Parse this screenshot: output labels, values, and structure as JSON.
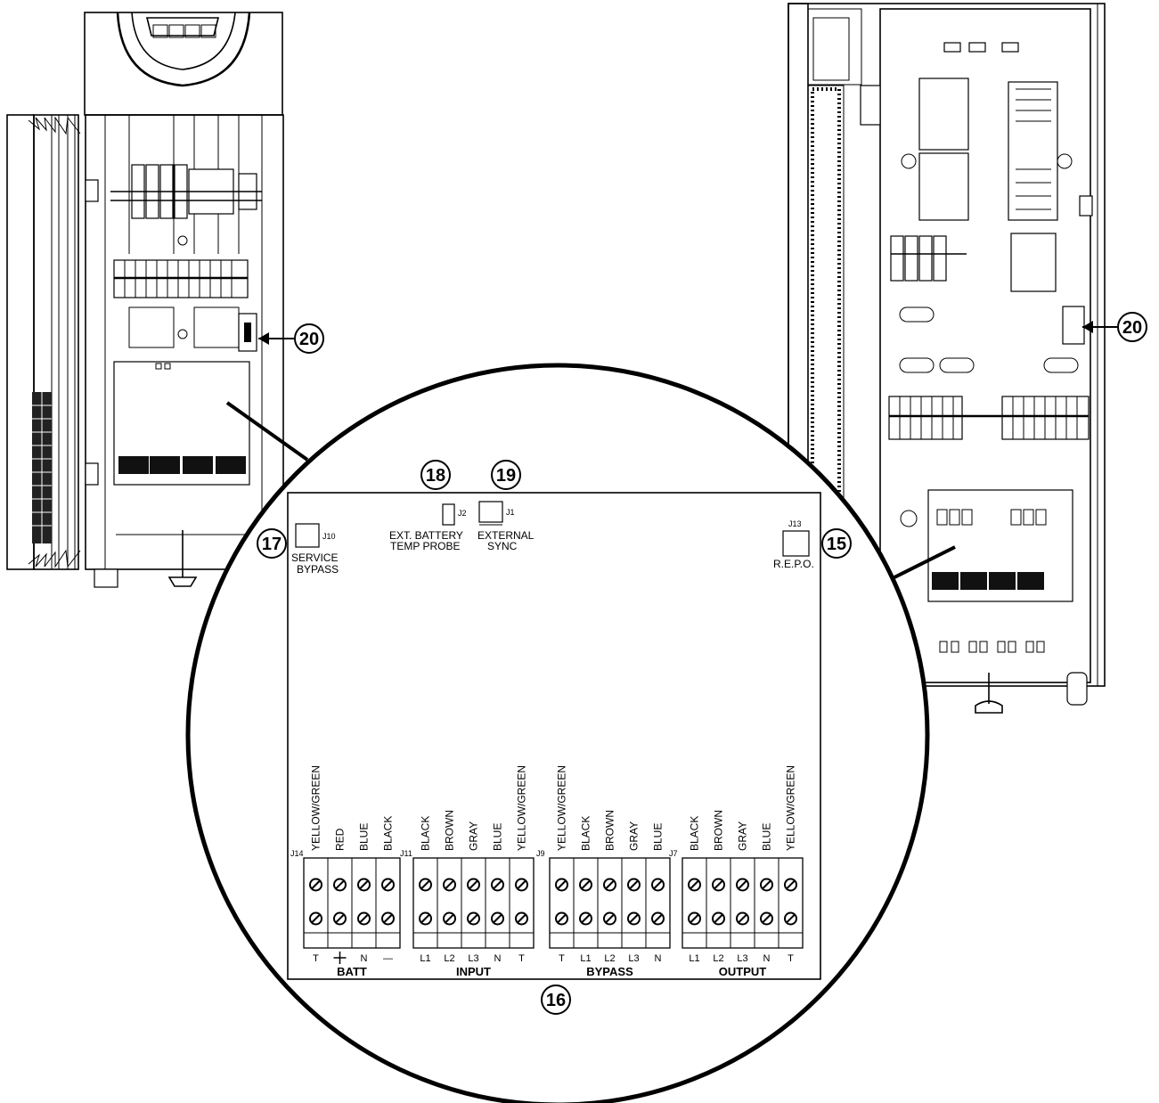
{
  "callouts": {
    "c15": "15",
    "c16": "16",
    "c17": "17",
    "c18": "18",
    "c19": "19",
    "c20_left": "20",
    "c20_right": "20"
  },
  "ports": {
    "j10": {
      "id": "J10",
      "line1": "SERVICE",
      "line2": "BYPASS"
    },
    "j2": {
      "id": "J2",
      "line1": "EXT. BATTERY",
      "line2": "TEMP PROBE"
    },
    "j1": {
      "id": "J1",
      "line1": "EXTERNAL",
      "line2": "SYNC"
    },
    "j13": {
      "id": "J13",
      "line1": "R.E.P.O."
    }
  },
  "terminal_blocks": [
    {
      "id": "J14",
      "name": "BATT",
      "wires": [
        "YELLOW/GREEN",
        "RED",
        "BLUE",
        "BLACK"
      ],
      "terminals": [
        "T",
        "+",
        "N",
        "—"
      ]
    },
    {
      "id": "J11",
      "name": "INPUT",
      "wires": [
        "BLACK",
        "BROWN",
        "GRAY",
        "BLUE",
        "YELLOW/GREEN"
      ],
      "terminals": [
        "L1",
        "L2",
        "L3",
        "N",
        "T"
      ]
    },
    {
      "id": "J9",
      "name": "BYPASS",
      "wires": [
        "YELLOW/GREEN",
        "BLACK",
        "BROWN",
        "GRAY",
        "BLUE"
      ],
      "terminals": [
        "T",
        "L1",
        "L2",
        "L3",
        "N"
      ]
    },
    {
      "id": "J7",
      "name": "OUTPUT",
      "wires": [
        "BLACK",
        "BROWN",
        "GRAY",
        "BLUE",
        "YELLOW/GREEN"
      ],
      "terminals": [
        "L1",
        "L2",
        "L3",
        "N",
        "T"
      ]
    }
  ]
}
